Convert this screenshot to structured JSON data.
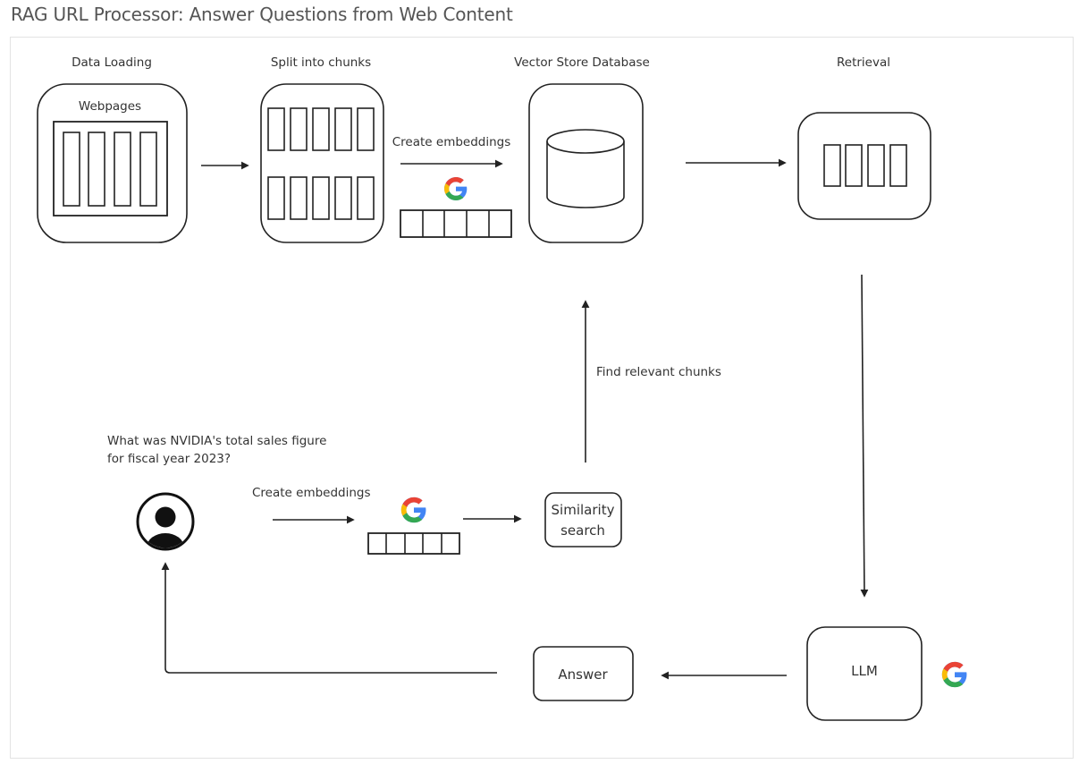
{
  "title": "RAG URL Processor: Answer Questions from Web Content",
  "stages": {
    "data_loading": "Data Loading",
    "webpages": "Webpages",
    "split": "Split into chunks",
    "create_embeddings_top": "Create embeddings",
    "vector_store": "Vector Store Database",
    "retrieval": "Retrieval",
    "find_relevant": "Find relevant chunks",
    "question": "What was NVIDIA's total sales figure for fiscal year 2023?",
    "create_embeddings_bottom": "Create embeddings",
    "similarity_line1": "Similarity",
    "similarity_line2": "search",
    "answer": "Answer",
    "llm": "LLM"
  },
  "icons": [
    "google-icon",
    "user-icon",
    "database-icon"
  ],
  "colors": {
    "google_blue": "#4285F4",
    "google_red": "#EA4335",
    "google_yellow": "#FBBC05",
    "google_green": "#34A853",
    "stroke": "#222222"
  }
}
